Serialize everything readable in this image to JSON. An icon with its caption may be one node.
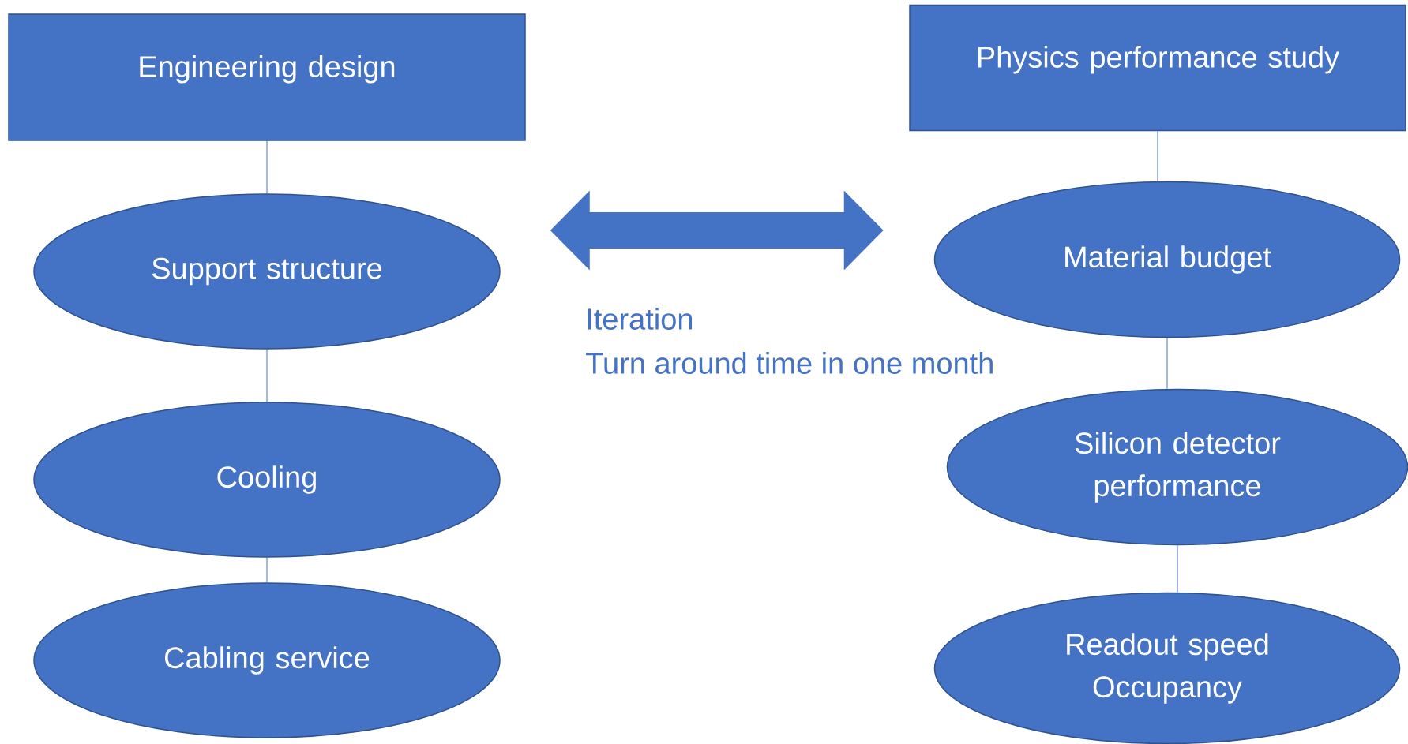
{
  "diagram": {
    "nodes": [
      {
        "text": [
          "Engineering design"
        ]
      },
      {
        "text": [
          "Support structure"
        ]
      },
      {
        "text": [
          "Cooling"
        ]
      },
      {
        "text": [
          "Cabling service"
        ]
      },
      {
        "text": [
          "Physics performance study"
        ]
      },
      {
        "text": [
          "Material budget"
        ]
      },
      {
        "text": [
          "Silicon detector performance"
        ]
      },
      {
        "text": [
          "Readout speed Occupancy"
        ]
      }
    ],
    "edges": [
      {
        "from": 0,
        "to": 1,
        "arrow": "none"
      },
      {
        "from": 1,
        "to": 2,
        "arrow": "none"
      },
      {
        "from": 2,
        "to": 3,
        "arrow": "none"
      },
      {
        "from": 4,
        "to": 5,
        "arrow": "none"
      },
      {
        "from": 5,
        "to": 6,
        "arrow": "none"
      },
      {
        "from": 6,
        "to": 7,
        "arrow": "none"
      },
      {
        "from": 1,
        "to": 5,
        "arrow": "both",
        "style": "thick"
      }
    ],
    "labels": [
      "Iteration",
      "Turn around time in one month"
    ]
  }
}
